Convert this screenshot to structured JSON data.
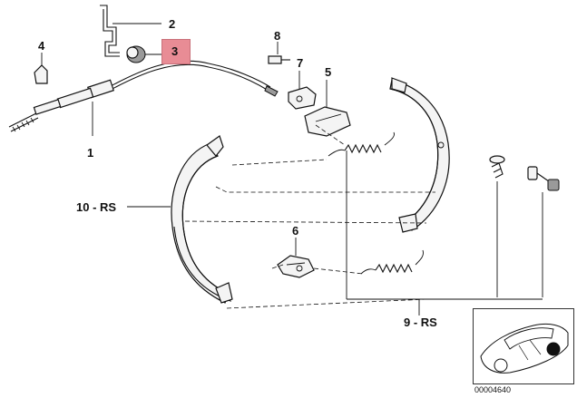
{
  "callouts": {
    "c1": "1",
    "c2": "2",
    "c3": "3",
    "c4": "4",
    "c5": "5",
    "c6": "6",
    "c7": "7",
    "c8": "8",
    "c9": "9 - RS",
    "c10": "10 - RS"
  },
  "highlight_color": "#e88c95",
  "diagram_id": "00004640"
}
